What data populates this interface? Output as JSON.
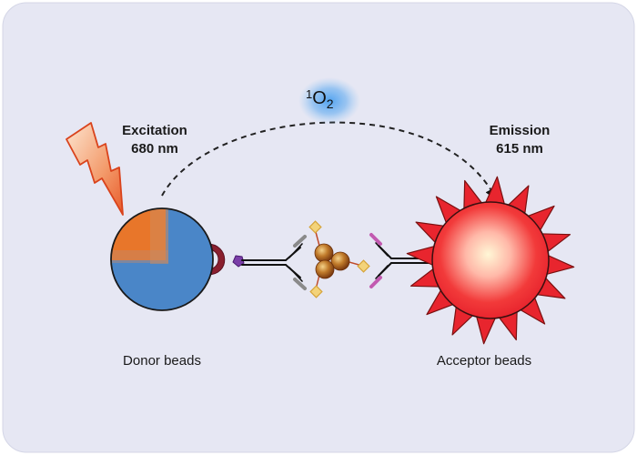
{
  "excitation": {
    "title": "Excitation",
    "wavelength": "680 nm"
  },
  "emission": {
    "title": "Emission",
    "wavelength": "615 nm"
  },
  "singlet_oxygen": {
    "superscript": "1",
    "base": "O",
    "subscript": "2"
  },
  "donor": {
    "label": "Donor beads"
  },
  "acceptor": {
    "label": "Acceptor beads"
  },
  "colors": {
    "background": "#e6e7f3",
    "donor_blue": "#4a86c8",
    "donor_orange": "#e8762a",
    "acceptor_red": "#e8252e",
    "acceptor_core": "#fff6d0",
    "glow_blue": "#4aa0f0",
    "analyte_bronze": "#a0561a",
    "tag_yellow": "#e7c25a",
    "tag_purple": "#7a3ea8",
    "tag_magenta": "#c25ab0",
    "streptavidin": "#8a1f2e"
  },
  "icons": [
    "lightning-bolt-icon",
    "singlet-oxygen-glow-icon"
  ]
}
